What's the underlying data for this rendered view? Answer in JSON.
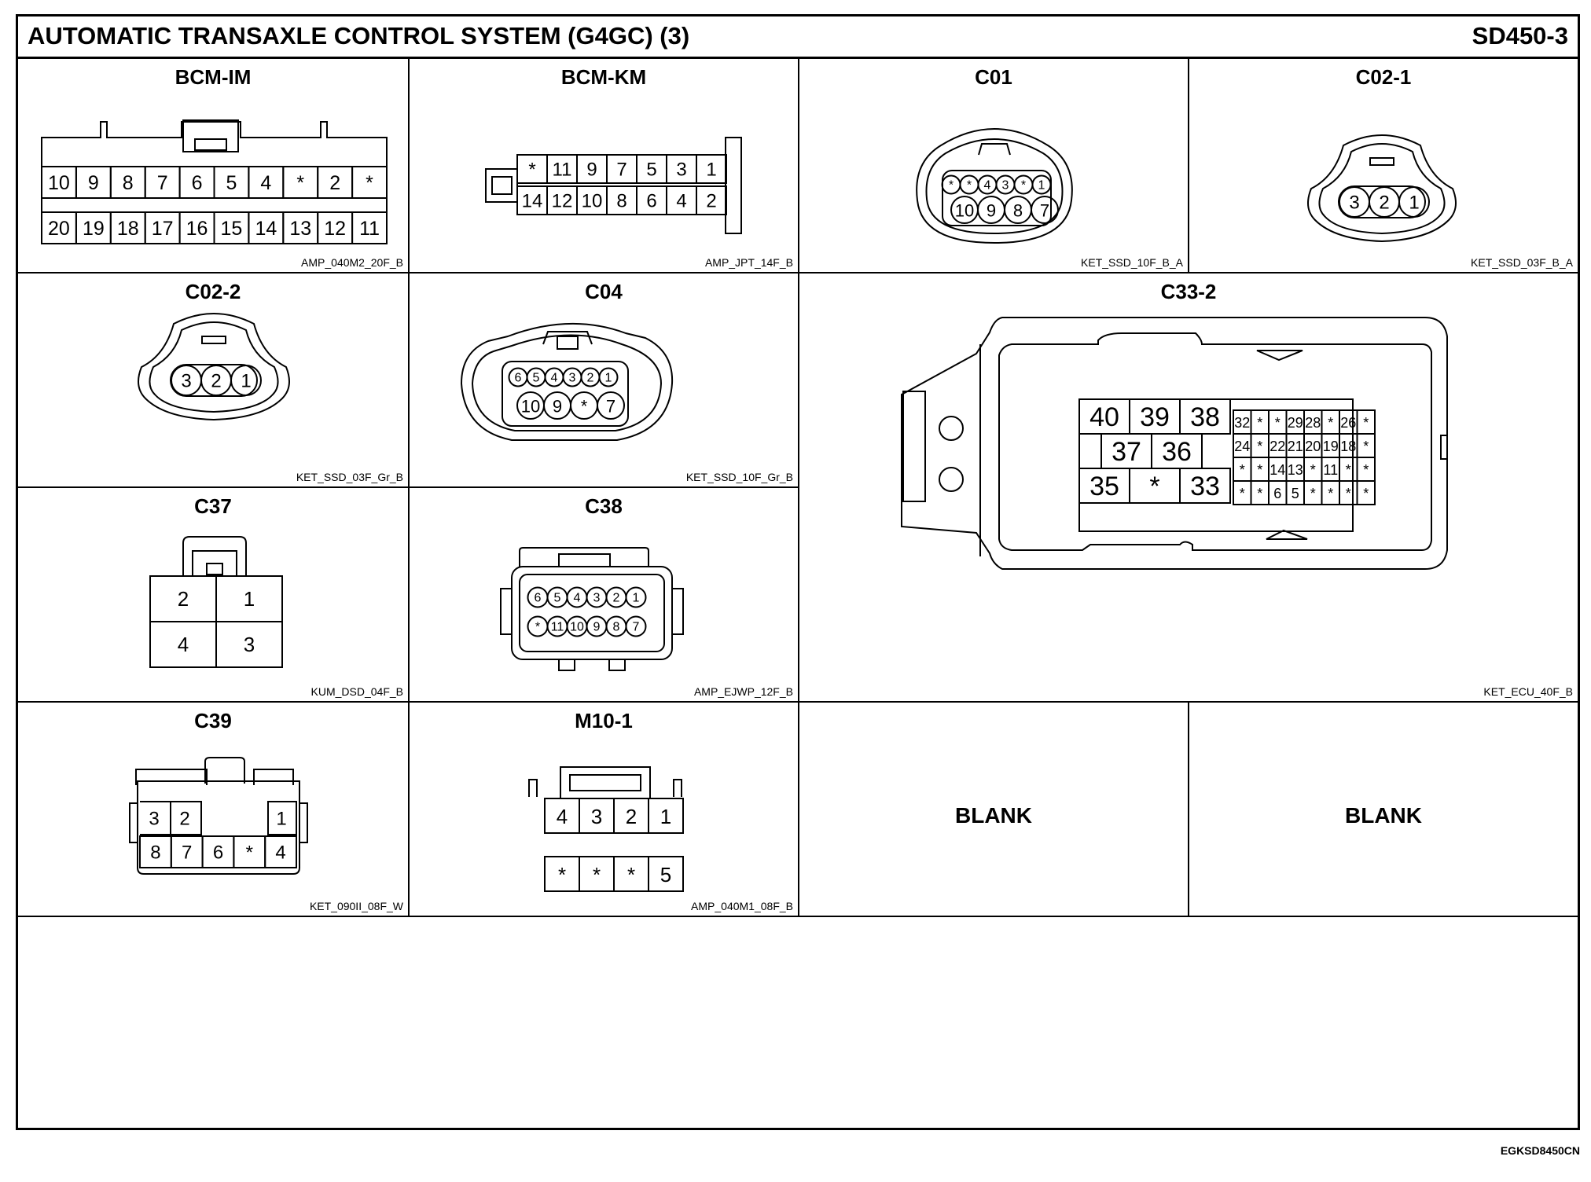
{
  "header": {
    "title": "AUTOMATIC TRANSAXLE CONTROL SYSTEM (G4GC) (3)",
    "code": "SD450-3"
  },
  "connectors": {
    "bcm_im": {
      "name": "BCM-IM",
      "ref": "AMP_040M2_20F_B",
      "row1": [
        "10",
        "9",
        "8",
        "7",
        "6",
        "5",
        "4",
        "*",
        "2",
        "*"
      ],
      "row2": [
        "20",
        "19",
        "18",
        "17",
        "16",
        "15",
        "14",
        "13",
        "12",
        "11"
      ]
    },
    "bcm_km": {
      "name": "BCM-KM",
      "ref": "AMP_JPT_14F_B",
      "row1": [
        "*",
        "11",
        "9",
        "7",
        "5",
        "3",
        "1"
      ],
      "row2": [
        "14",
        "12",
        "10",
        "8",
        "6",
        "4",
        "2"
      ]
    },
    "c01": {
      "name": "C01",
      "ref": "KET_SSD_10F_B_A",
      "row1": [
        "*",
        "*",
        "4",
        "3",
        "*",
        "1"
      ],
      "row2": [
        "10",
        "9",
        "8",
        "7"
      ]
    },
    "c02_1": {
      "name": "C02-1",
      "ref": "KET_SSD_03F_B_A",
      "pins": [
        "3",
        "2",
        "1"
      ]
    },
    "c02_2": {
      "name": "C02-2",
      "ref": "KET_SSD_03F_Gr_B",
      "pins": [
        "3",
        "2",
        "1"
      ]
    },
    "c04": {
      "name": "C04",
      "ref": "KET_SSD_10F_Gr_B",
      "row1": [
        "6",
        "5",
        "4",
        "3",
        "2",
        "1"
      ],
      "row2": [
        "10",
        "9",
        "*",
        "7"
      ]
    },
    "c33_2": {
      "name": "C33-2",
      "ref": "KET_ECU_40F_B",
      "big": [
        [
          "40",
          "39",
          "38"
        ],
        [
          "37",
          "36"
        ],
        [
          "35",
          "*",
          "33"
        ]
      ],
      "small": [
        [
          "32",
          "*",
          "*",
          "29",
          "28",
          "*",
          "26",
          "*"
        ],
        [
          "24",
          "*",
          "22",
          "21",
          "20",
          "19",
          "18",
          "*"
        ],
        [
          "*",
          "*",
          "14",
          "13",
          "*",
          "11",
          "*",
          "*"
        ],
        [
          "*",
          "*",
          "6",
          "5",
          "*",
          "*",
          "*",
          "*"
        ]
      ]
    },
    "c37": {
      "name": "C37",
      "ref": "KUM_DSD_04F_B",
      "row1": [
        "2",
        "1"
      ],
      "row2": [
        "4",
        "3"
      ]
    },
    "c38": {
      "name": "C38",
      "ref": "AMP_EJWP_12F_B",
      "row1": [
        "6",
        "5",
        "4",
        "3",
        "2",
        "1"
      ],
      "row2": [
        "*",
        "11",
        "10",
        "9",
        "8",
        "7"
      ]
    },
    "c39": {
      "name": "C39",
      "ref": "KET_090II_08F_W",
      "row1": [
        "3",
        "2",
        "1"
      ],
      "row2": [
        "8",
        "7",
        "6",
        "*",
        "4"
      ]
    },
    "m10_1": {
      "name": "M10-1",
      "ref": "AMP_040M1_08F_B",
      "row1": [
        "4",
        "3",
        "2",
        "1"
      ],
      "row2": [
        "*",
        "*",
        "*",
        "5"
      ]
    }
  },
  "blank_1": "BLANK",
  "blank_2": "BLANK",
  "footer_code": "EGKSD8450CN"
}
